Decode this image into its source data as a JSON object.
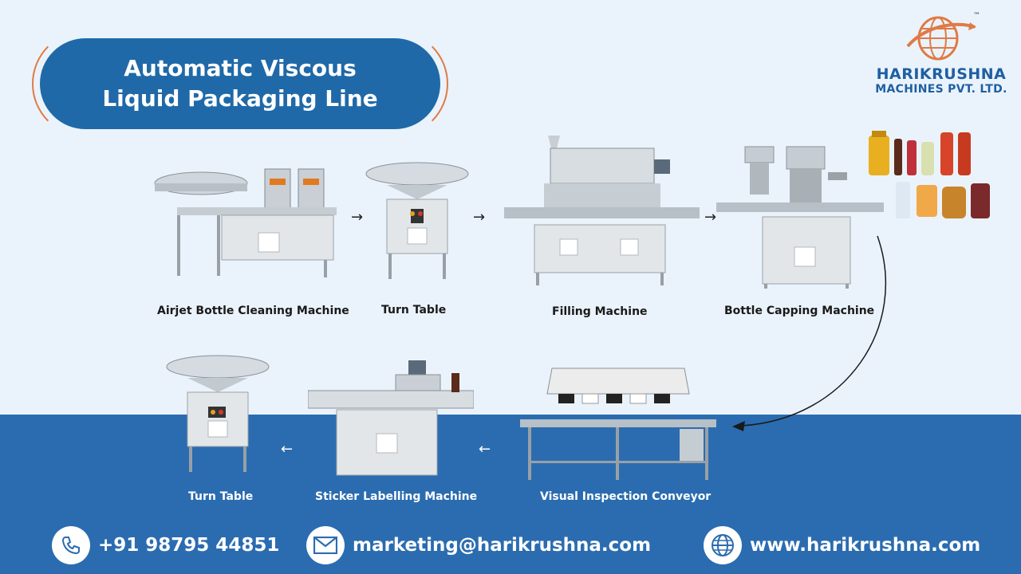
{
  "title": {
    "line1": "Automatic Viscous",
    "line2": "Liquid Packaging Line"
  },
  "logo": {
    "name": "HARIKRUSHNA",
    "sub": "MACHINES PVT. LTD.",
    "tm": "™"
  },
  "machines": {
    "airjet": "Airjet Bottle Cleaning Machine",
    "turn1": "Turn Table",
    "filling": "Filling Machine",
    "capping": "Bottle Capping Machine",
    "inspection": "Visual Inspection Conveyor",
    "labelling": "Sticker Labelling Machine",
    "turn2": "Turn Table"
  },
  "arrows": {
    "right": "→",
    "left": "←"
  },
  "contacts": {
    "phone": "+91 98795 44851",
    "email": "marketing@harikrushna.com",
    "web": "www.harikrushna.com"
  },
  "colors": {
    "brand_blue": "#1f69a8",
    "accent_orange": "#e07a45",
    "bottom_band": "#2b6cb0"
  }
}
